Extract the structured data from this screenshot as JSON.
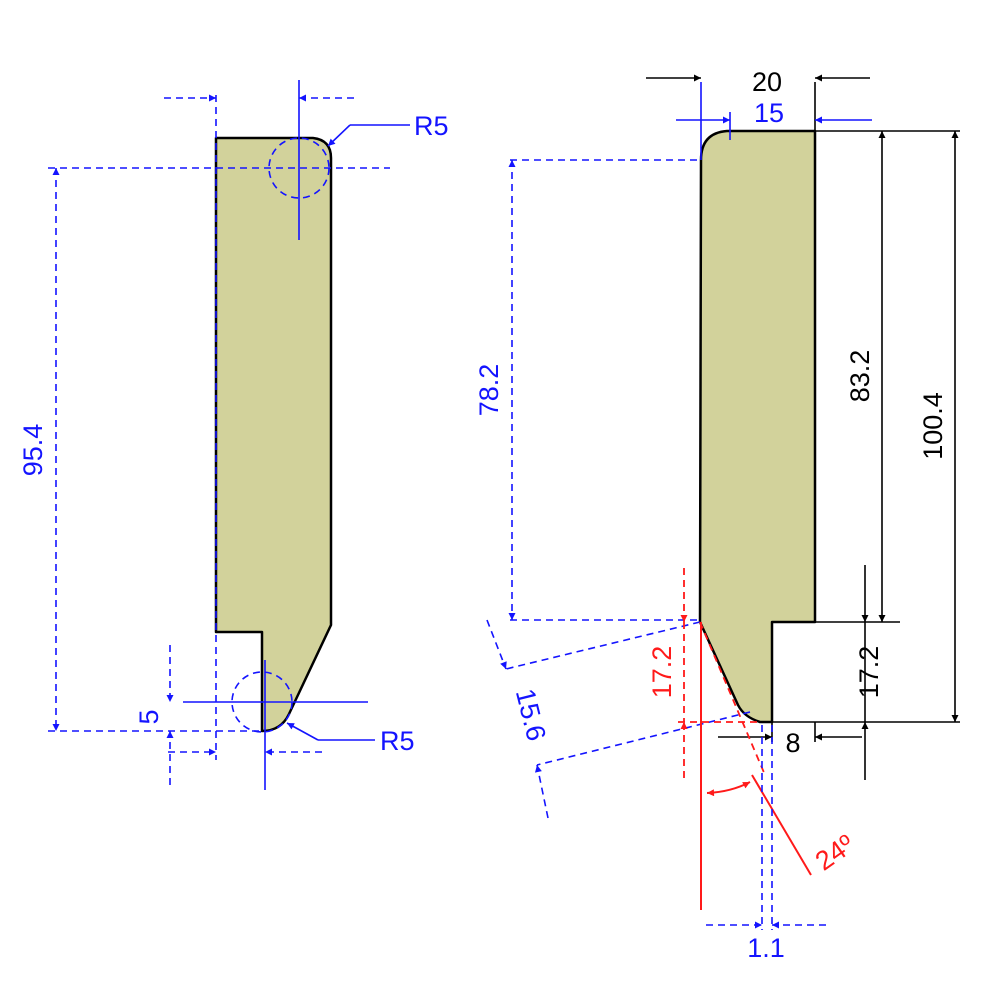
{
  "colors": {
    "part_fill": "#d2d29b",
    "outline": "#000000",
    "dimension_blue": "#1414ff",
    "dimension_red": "#ff1a1a"
  },
  "left_view": {
    "overall_height": "95.4",
    "top_radius": "R5",
    "bottom_radius": "R5",
    "tip_offset": "5"
  },
  "right_view": {
    "overall_width": "20",
    "flat_width": "15",
    "face_height": "78.2",
    "upper_height": "83.2",
    "total_height": "100.4",
    "step_height": "17.2",
    "bevel_height": "17.2",
    "bevel_length": "15.6",
    "step_width": "8",
    "tip_offset": "1.1",
    "bevel_angle": "24º"
  }
}
